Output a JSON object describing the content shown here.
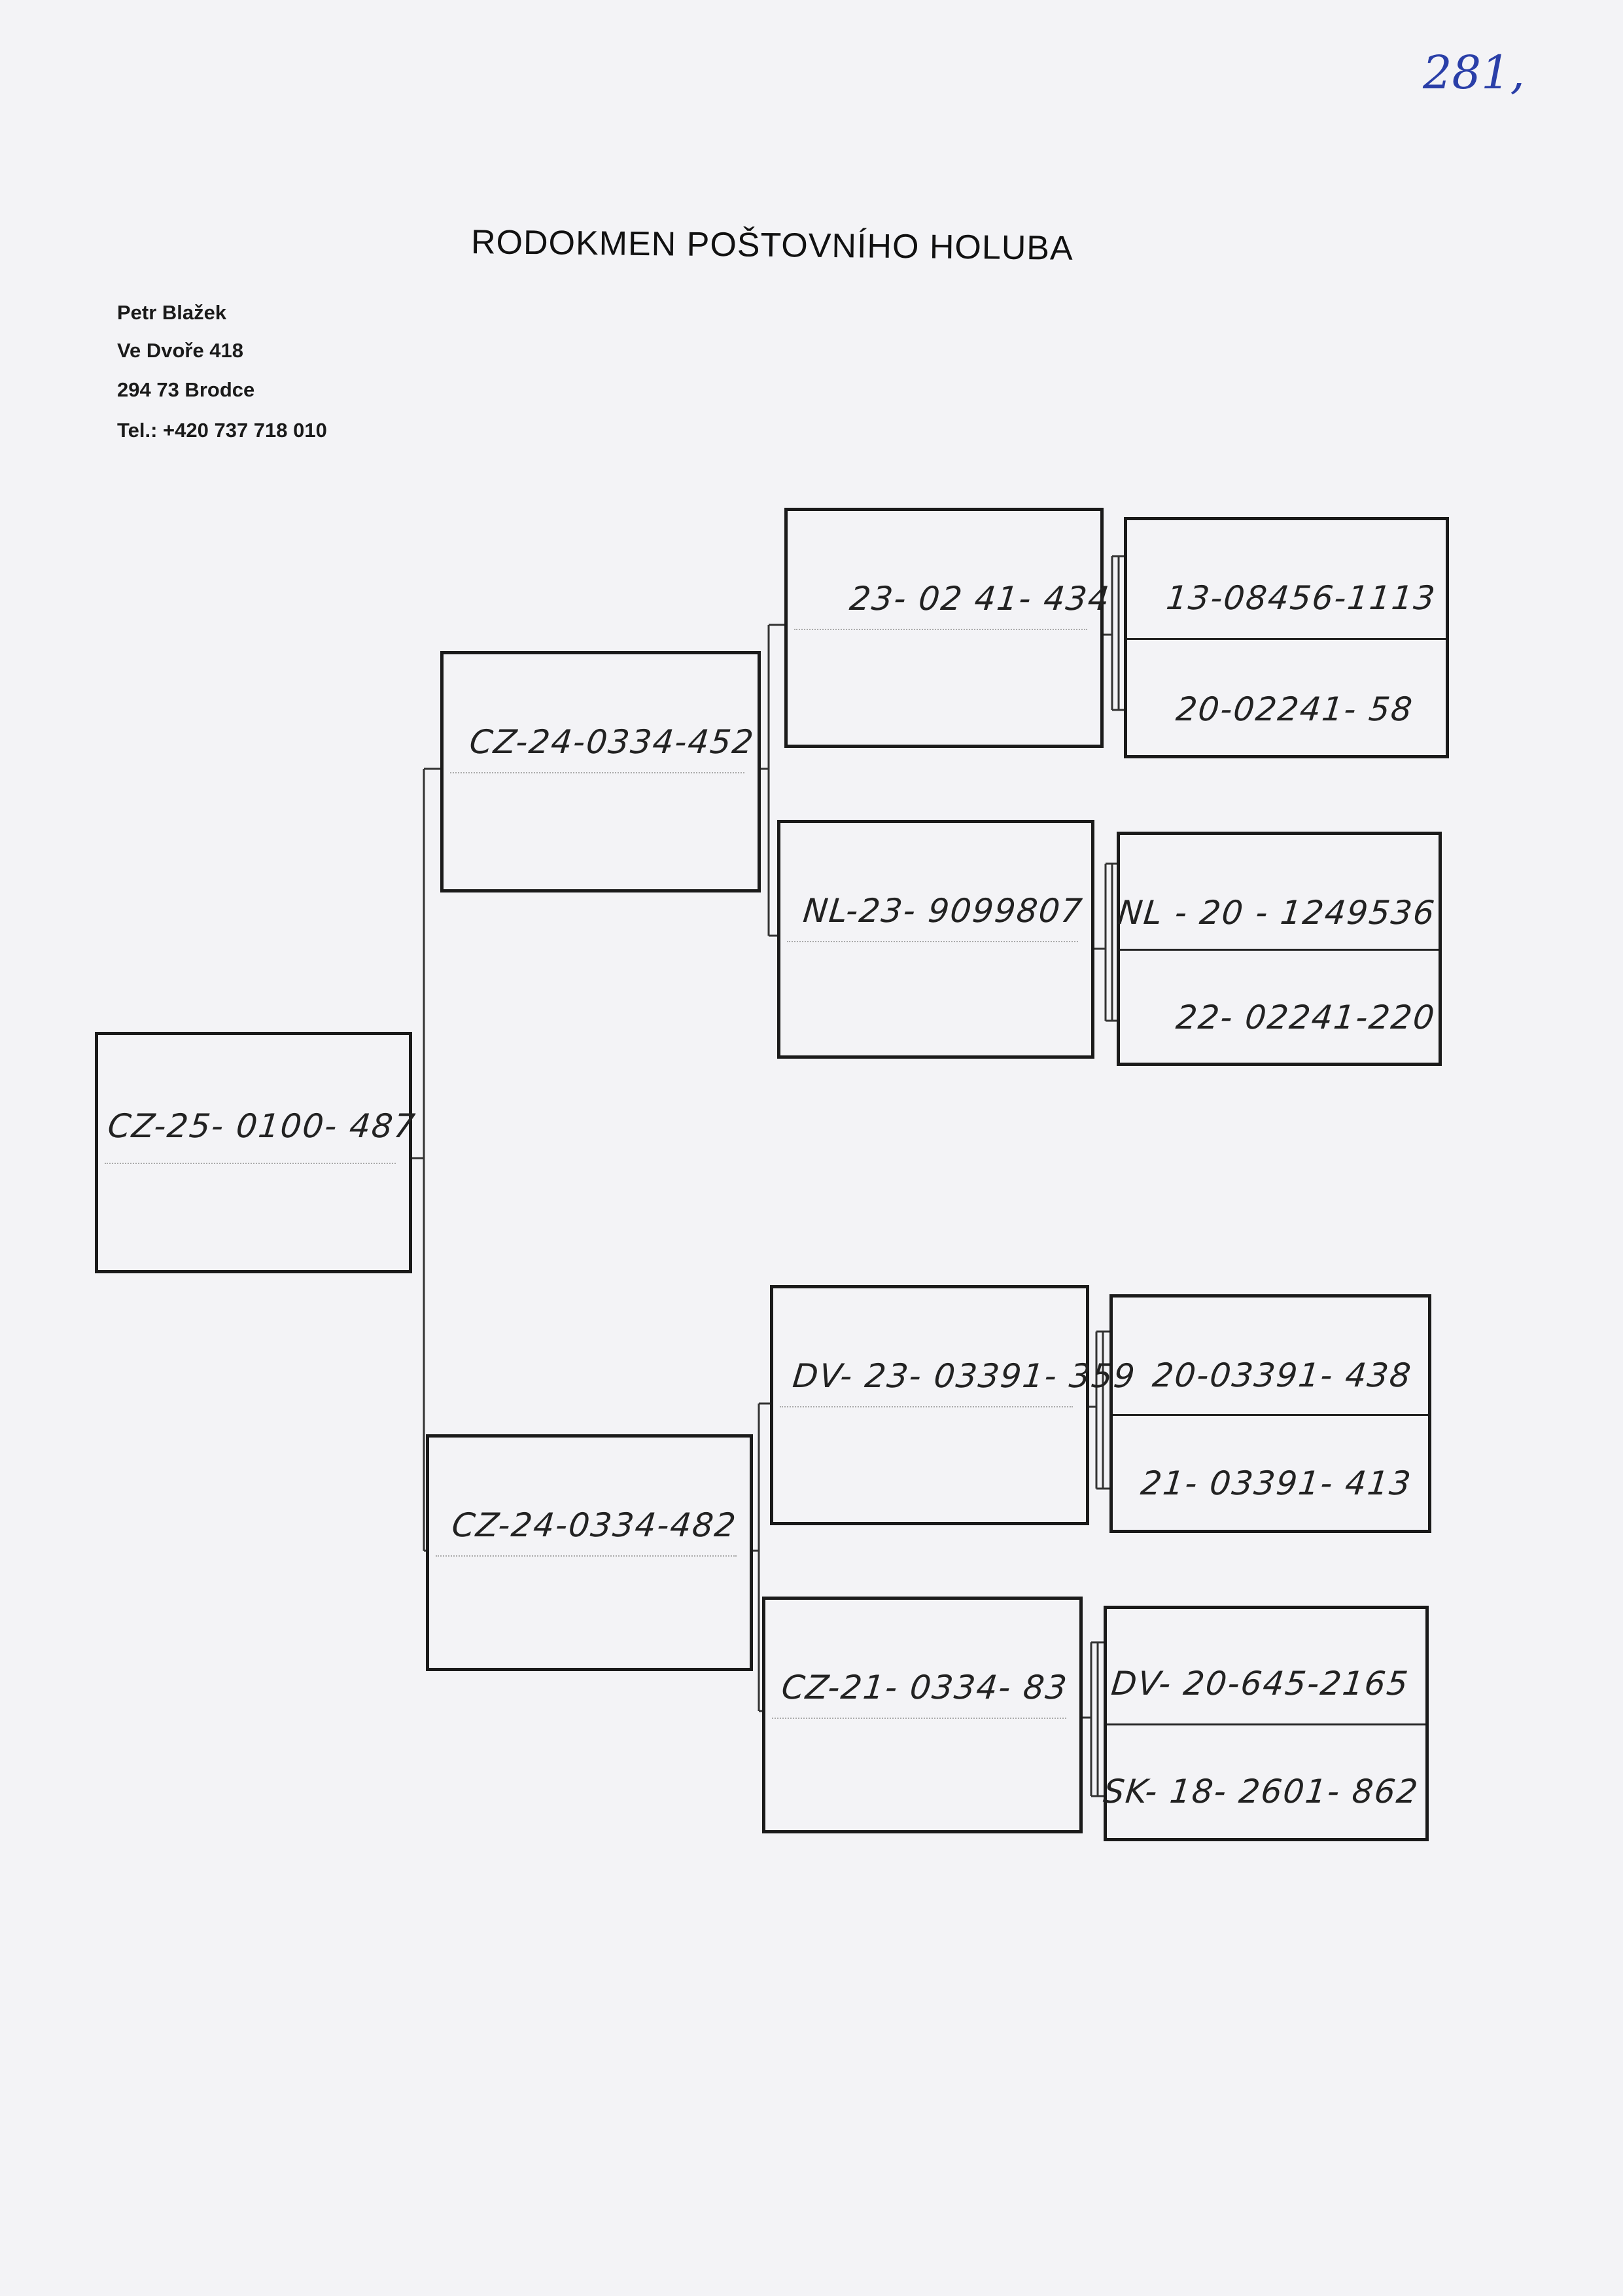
{
  "page_number": "281,",
  "title": "RODOKMEN POŠTOVNÍHO HOLUBA",
  "owner": {
    "name": "Petr Blažek",
    "street": "Ve Dvoře 418",
    "city": "294 73 Brodce",
    "phone": "Tel.: +420 737 718 010"
  },
  "pedigree": {
    "bird": "CZ-25- 0100- 487",
    "sire": "CZ-24-0334-452",
    "dam": "CZ-24-0334-482",
    "sire_sire": "23- 02 41- 434",
    "sire_dam": "NL-23- 9099807",
    "dam_sire": "DV- 23- 03391- 359",
    "dam_dam": "CZ-21- 0334- 83",
    "ss_parents": [
      "13-08456-1113",
      "20-02241-  58"
    ],
    "sd_parents": [
      "NL - 20 - 1249536",
      "22- 02241-220"
    ],
    "ds_parents": [
      "20-03391- 438",
      "21- 03391- 413"
    ],
    "dd_parents": [
      "DV- 20-645-2165",
      "SK- 18- 2601- 862"
    ]
  }
}
